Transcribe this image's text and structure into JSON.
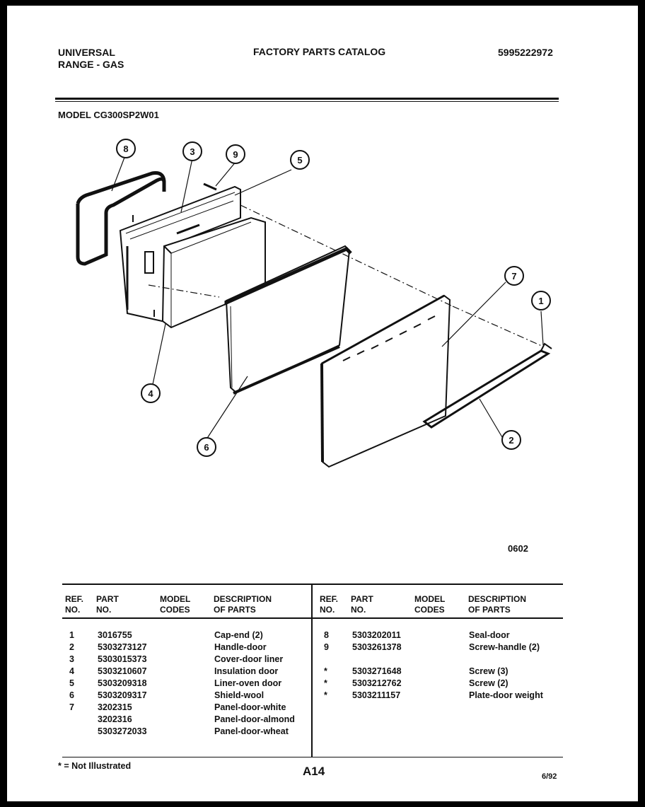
{
  "header": {
    "brand_line1": "UNIVERSAL",
    "brand_line2": "RANGE - GAS",
    "title": "FACTORY PARTS CATALOG",
    "catalog_number": "5995222972"
  },
  "model_label": "MODEL CG300SP2W01",
  "diagram": {
    "callouts": [
      "8",
      "3",
      "9",
      "5",
      "7",
      "1",
      "4",
      "6",
      "2"
    ],
    "figure_code": "0602"
  },
  "table": {
    "headers": {
      "ref_no": [
        "REF.",
        "NO."
      ],
      "part_no": [
        "PART",
        "NO."
      ],
      "model_codes": [
        "MODEL",
        "CODES"
      ],
      "description": [
        "DESCRIPTION",
        "OF PARTS"
      ]
    },
    "left_rows": [
      {
        "ref": "1",
        "part": "3016755",
        "codes": "",
        "desc": "Cap-end (2)"
      },
      {
        "ref": "2",
        "part": "5303273127",
        "codes": "",
        "desc": "Handle-door"
      },
      {
        "ref": "3",
        "part": "5303015373",
        "codes": "",
        "desc": "Cover-door liner"
      },
      {
        "ref": "4",
        "part": "5303210607",
        "codes": "",
        "desc": "Insulation door"
      },
      {
        "ref": "5",
        "part": "5303209318",
        "codes": "",
        "desc": "Liner-oven door"
      },
      {
        "ref": "6",
        "part": "5303209317",
        "codes": "",
        "desc": "Shield-wool"
      },
      {
        "ref": "7",
        "part": "3202315",
        "codes": "",
        "desc": "Panel-door-white"
      },
      {
        "ref": "",
        "part": "3202316",
        "codes": "",
        "desc": "Panel-door-almond"
      },
      {
        "ref": "",
        "part": "5303272033",
        "codes": "",
        "desc": "Panel-door-wheat"
      }
    ],
    "right_rows": [
      {
        "ref": "8",
        "part": "5303202011",
        "codes": "",
        "desc": "Seal-door"
      },
      {
        "ref": "9",
        "part": "5303261378",
        "codes": "",
        "desc": "Screw-handle (2)"
      },
      {
        "ref": "",
        "part": "",
        "codes": "",
        "desc": ""
      },
      {
        "ref": "*",
        "part": "5303271648",
        "codes": "",
        "desc": "Screw (3)"
      },
      {
        "ref": "*",
        "part": "5303212762",
        "codes": "",
        "desc": "Screw (2)"
      },
      {
        "ref": "*",
        "part": "5303211157",
        "codes": "",
        "desc": "Plate-door weight"
      }
    ]
  },
  "footer": {
    "note": "* = Not Illustrated",
    "page_id": "A14",
    "date": "6/92"
  }
}
